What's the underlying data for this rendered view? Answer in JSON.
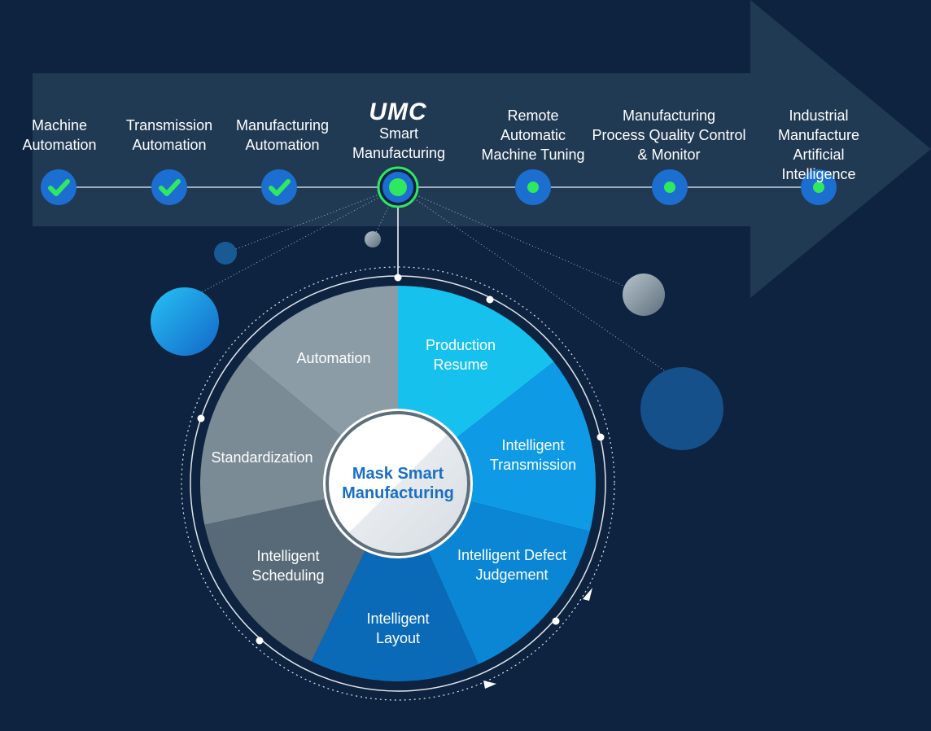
{
  "brand": "UMC",
  "stages": [
    {
      "label": "Machine\nAutomation",
      "status": "complete"
    },
    {
      "label": "Transmission\nAutomation",
      "status": "complete"
    },
    {
      "label": "Manufacturing\nAutomation",
      "status": "complete"
    },
    {
      "label": "Smart\nManufacturing",
      "status": "current"
    },
    {
      "label": "Remote\nAutomatic\nMachine Tuning",
      "status": "upcoming"
    },
    {
      "label": "Manufacturing\nProcess Quality Control\n& Monitor",
      "status": "upcoming"
    },
    {
      "label": "Industrial\nManufacture\nArtificial Intelligence",
      "status": "upcoming"
    }
  ],
  "center_label": "Mask Smart\nManufacturing",
  "segments": [
    {
      "label": "Production\nResume"
    },
    {
      "label": "Intelligent\nTransmission"
    },
    {
      "label": "Intelligent Defect\nJudgement"
    },
    {
      "label": "Intelligent\nLayout"
    },
    {
      "label": "Intelligent\nScheduling"
    },
    {
      "label": "Standardization"
    },
    {
      "label": "Automation"
    }
  ],
  "colors": {
    "background": "#0d2340",
    "arrow": "#243d55",
    "check_green": "#2ee860",
    "node_blue": "#1c6fd0",
    "segment_fills": [
      "#17c1ee",
      "#0f9ae6",
      "#0b86d4",
      "#0a6ab8",
      "#586a77",
      "#7b8b96",
      "#8c9ca6"
    ],
    "center_text": "#1a6fc4"
  }
}
